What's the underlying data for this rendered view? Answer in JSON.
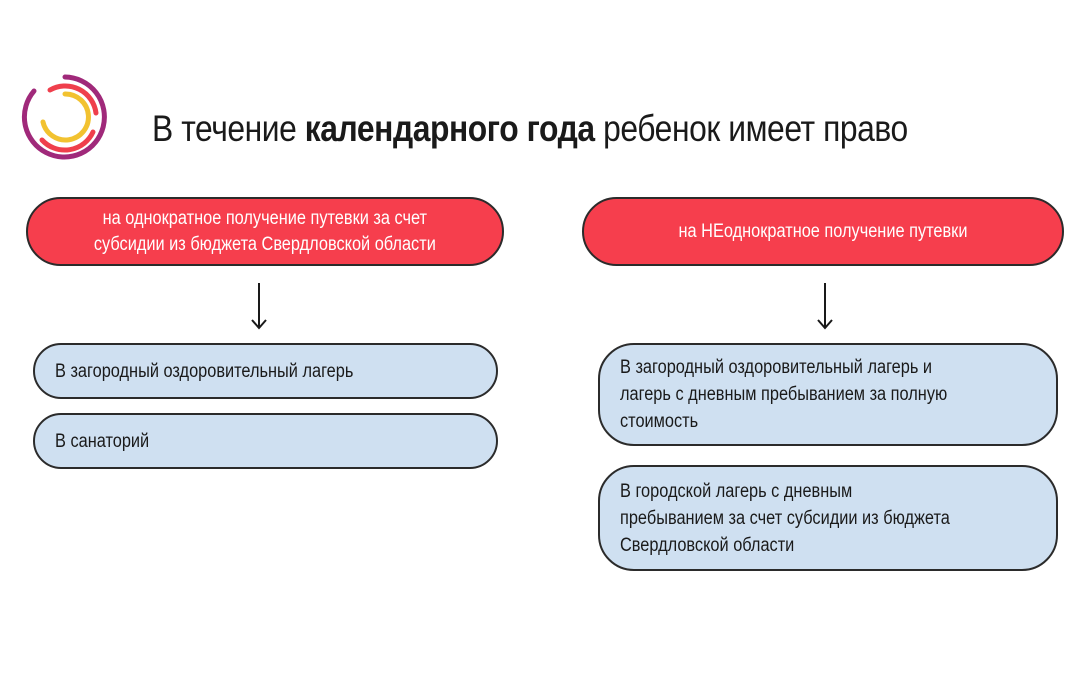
{
  "title": {
    "prefix": "В течение ",
    "bold": "календарного года",
    "suffix": " ребенок имеет право"
  },
  "left": {
    "header": "на однократное получение путевки за счет\nсубсидии из бюджета Свердловской области",
    "items": [
      "В загородный оздоровительный лагерь",
      "В санаторий"
    ]
  },
  "right": {
    "header": "на НЕоднократное получение путевки",
    "items": [
      "В загородный оздоровительный лагерь и\nлагерь с дневным пребыванием за полную\nстоимость",
      "В городской лагерь с дневным\nпребыванием за счет субсидии из бюджета\nСвердловской области"
    ]
  },
  "colors": {
    "header_fill": "#f63e4d",
    "item_fill": "#cfe0f1",
    "logo_purple": "#a0297a",
    "logo_red": "#ef3f4c",
    "logo_yellow": "#f2c230"
  }
}
